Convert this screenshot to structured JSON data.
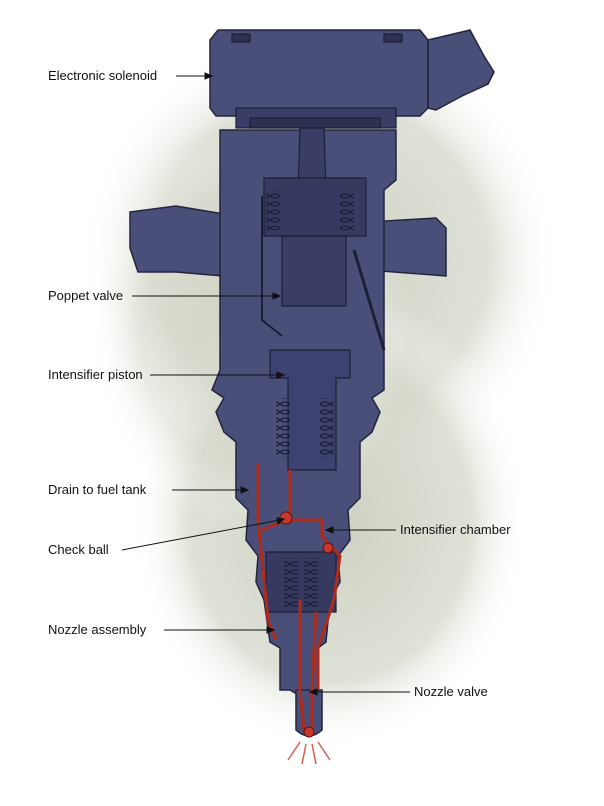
{
  "labels": {
    "electronic_solenoid": "Electronic solenoid",
    "poppet_valve": "Poppet valve",
    "intensifier_piston": "Intensifier piston",
    "drain_to_fuel_tank": "Drain to fuel tank",
    "check_ball": "Check ball",
    "nozzle_assembly": "Nozzle assembly",
    "intensifier_chamber": "Intensifier chamber",
    "nozzle_valve": "Nozzle valve"
  },
  "colors": {
    "body": "#4a4f7a",
    "body_dark": "#2a2d4a",
    "fuel": "#b02a1a",
    "background_haze": "#c9cdbd"
  }
}
